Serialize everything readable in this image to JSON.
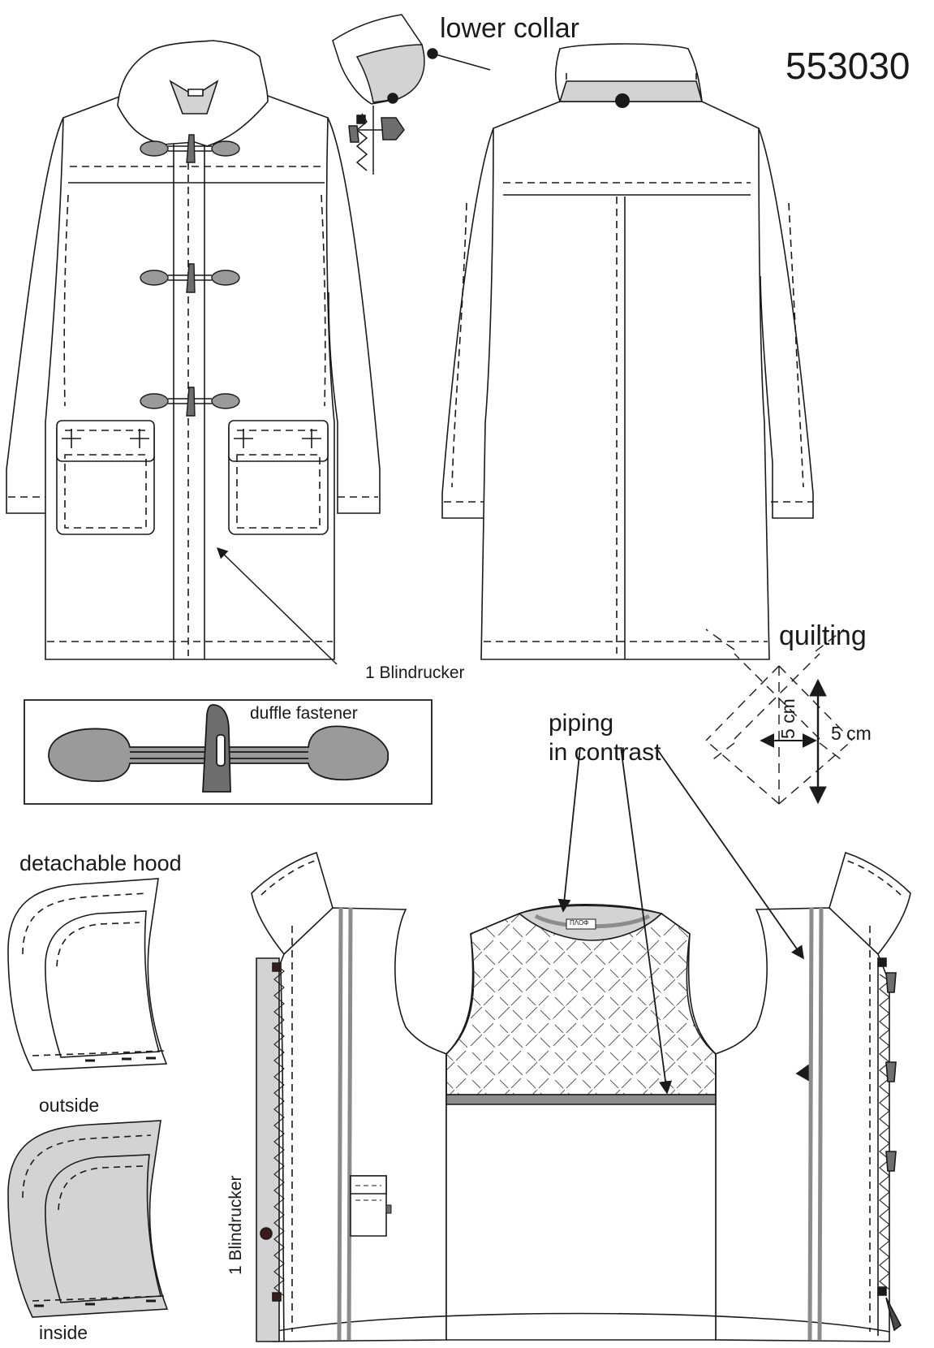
{
  "article_number": "553030",
  "labels": {
    "lower_collar": "lower collar",
    "blindrucker_front": "1 Blindrucker",
    "duffle_fastener": "duffle fastener",
    "quilting": "quilting",
    "quilting_dim_1": "5 cm",
    "quilting_dim_2": "5 cm",
    "piping_line1": "piping",
    "piping_line2": "in contrast",
    "detachable_hood": "detachable hood",
    "hood_outside": "outside",
    "hood_inside": "inside",
    "blindrucker_inside": "1 Blindrucker"
  },
  "label_tag": "ΠΛΟΦ",
  "colors": {
    "line": "#1a1a1a",
    "fill_white": "#ffffff",
    "toggle_grey": "#9a9a9a",
    "toggle_dark": "#6e6e6e",
    "lining_grey": "#d3d3d3",
    "piping_grey": "#8c8c8c"
  },
  "icons": [
    "duffle-toggle-icon",
    "snap-button-icon",
    "arrow-icon"
  ]
}
